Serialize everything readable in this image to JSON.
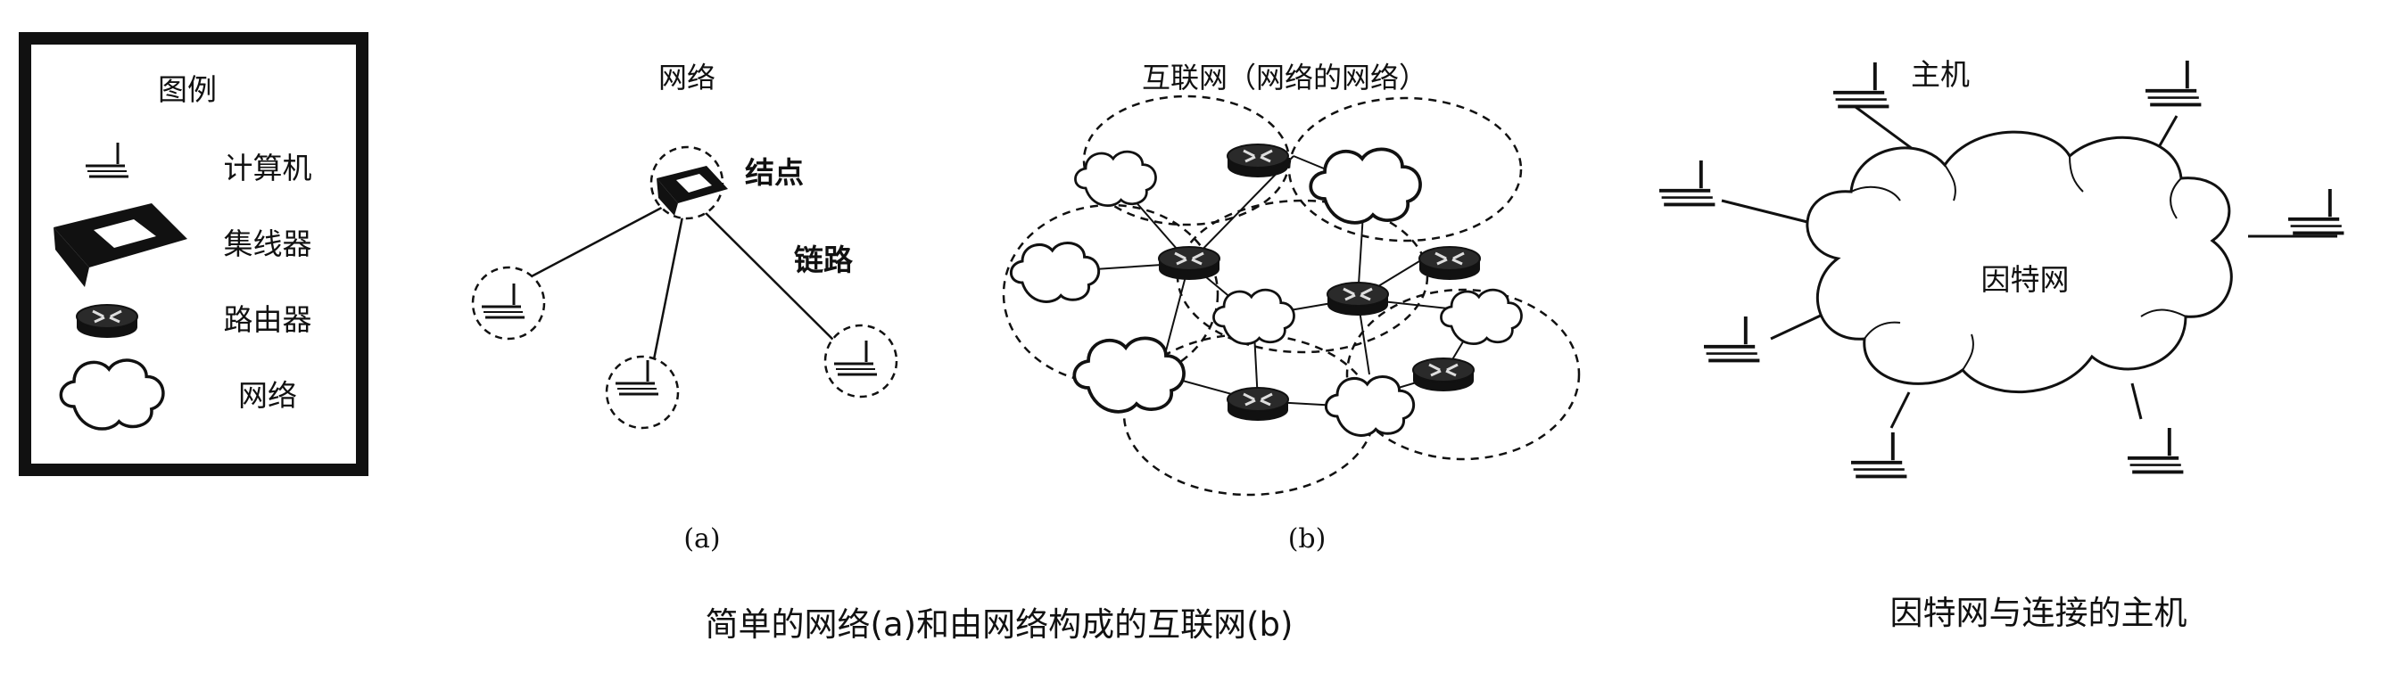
{
  "legend": {
    "title": "图例",
    "items": [
      {
        "icon": "computer-icon",
        "label": "计算机"
      },
      {
        "icon": "hub-icon",
        "label": "集线器"
      },
      {
        "icon": "router-icon",
        "label": "路由器"
      },
      {
        "icon": "network-cloud-icon",
        "label": "网络"
      }
    ]
  },
  "diagram_a": {
    "title": "网络",
    "node_label": "结点",
    "link_label": "链路",
    "caption": "(a)"
  },
  "diagram_b": {
    "title": "互联网（网络的网络）",
    "caption": "(b)"
  },
  "diagram_c": {
    "host_label": "主机",
    "cloud_label": "因特网",
    "caption": "因特网与连接的主机"
  },
  "caption_ab": "简单的网络(a)和由网络构成的互联网(b)"
}
